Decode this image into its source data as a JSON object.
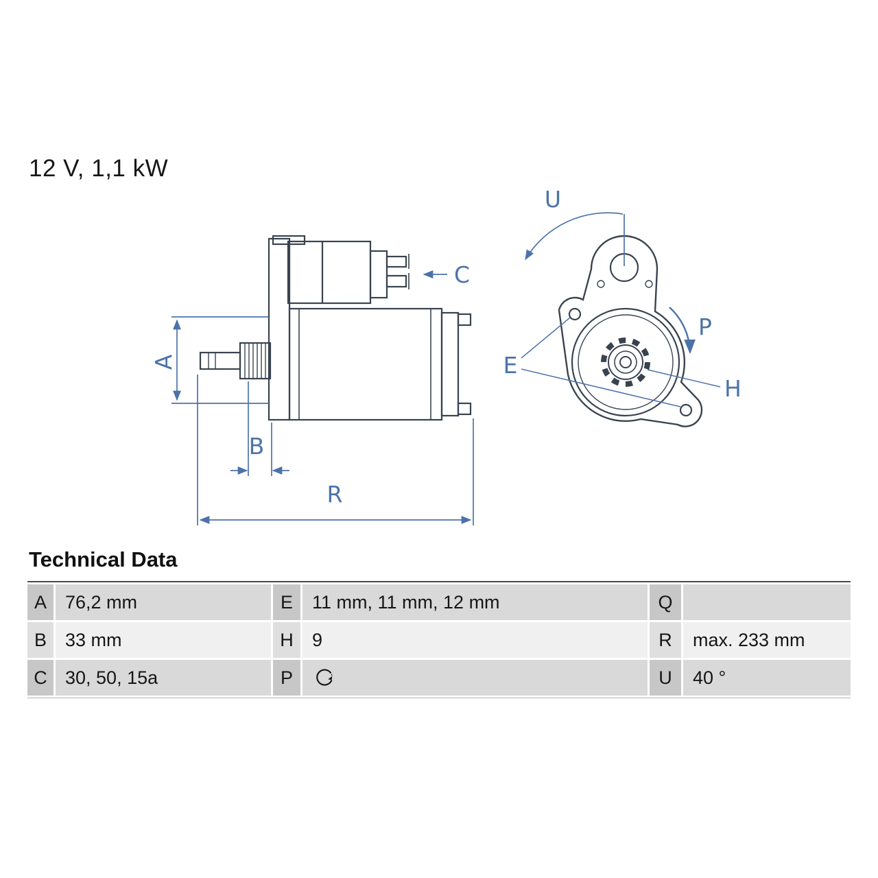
{
  "header": {
    "power_label": "12 V, 1,1 kW"
  },
  "diagram": {
    "labels": {
      "A": "A",
      "B": "B",
      "C": "C",
      "E": "E",
      "H": "H",
      "P": "P",
      "R": "R",
      "U": "U"
    },
    "colors": {
      "dimension_blue": "#4c73a9",
      "line_dark": "#39434f"
    }
  },
  "technical_data": {
    "title": "Technical Data",
    "rows": [
      [
        {
          "key": "A",
          "value": "76,2 mm"
        },
        {
          "key": "E",
          "value": "11 mm, 11 mm, 12 mm"
        },
        {
          "key": "Q",
          "value": ""
        }
      ],
      [
        {
          "key": "B",
          "value": "33 mm"
        },
        {
          "key": "H",
          "value": "9"
        },
        {
          "key": "R",
          "value": "max. 233 mm"
        }
      ],
      [
        {
          "key": "C",
          "value": "30, 50, 15a"
        },
        {
          "key": "P",
          "value": ""
        },
        {
          "key": "U",
          "value": "40 °"
        }
      ]
    ]
  }
}
